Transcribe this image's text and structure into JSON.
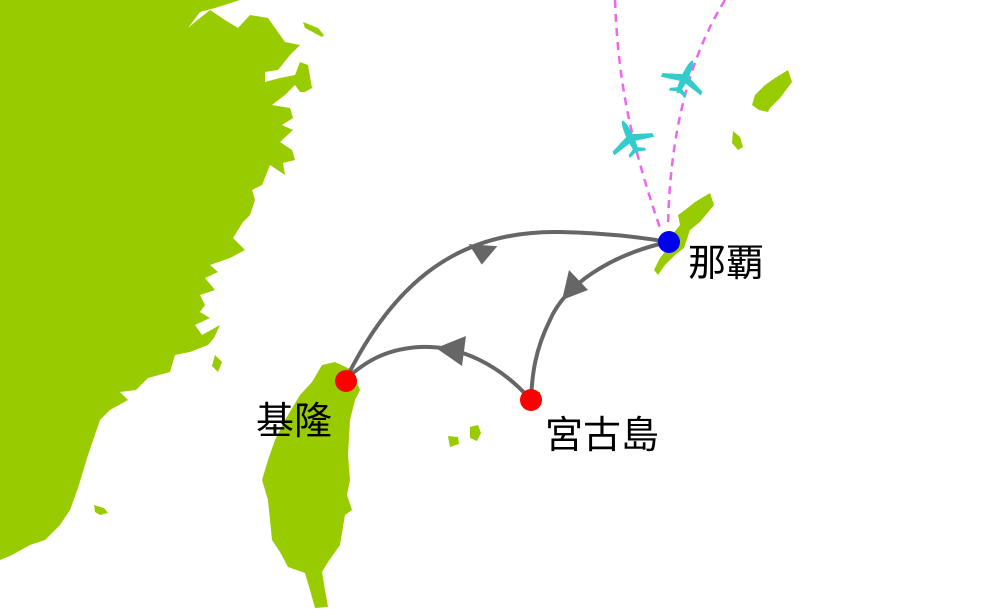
{
  "map": {
    "colors": {
      "land": "#99cc00",
      "background": "#ffffff",
      "route": "#666666",
      "flight_path": "#ee66ee",
      "plane": "#33cccc",
      "port_marker": "#ff0000",
      "hub_marker": "#0000ee",
      "label": "#000000"
    },
    "places": [
      {
        "id": "naha",
        "name": "那覇",
        "marker": "hub"
      },
      {
        "id": "keelung",
        "name": "基隆",
        "marker": "port"
      },
      {
        "id": "miyakojima",
        "name": "宮古島",
        "marker": "port"
      }
    ],
    "routes": [
      {
        "from": "基隆",
        "to": "那覇",
        "style": "solid-arrow"
      },
      {
        "from": "那覇",
        "to": "宮古島",
        "style": "solid-arrow"
      },
      {
        "from": "宮古島",
        "to": "基隆",
        "style": "solid-arrow"
      }
    ],
    "flights": [
      {
        "to": "那覇",
        "style": "dashed",
        "icon": "airplane-icon"
      },
      {
        "to": "那覇",
        "style": "dashed",
        "icon": "airplane-icon"
      }
    ]
  }
}
